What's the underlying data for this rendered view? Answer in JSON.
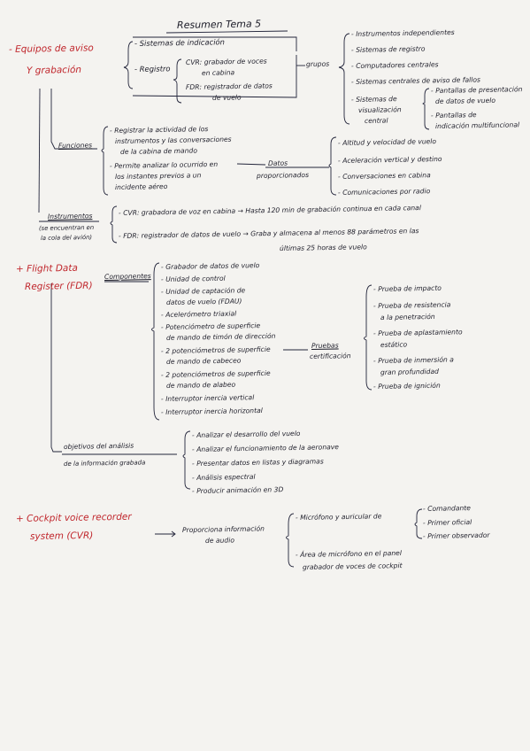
{
  "title": "Resumen Tema 5",
  "equipos": {
    "heading_l1": "- Equipos de aviso",
    "heading_l2": "Y grabación",
    "left_items": [
      "- Sistemas de indicación",
      "- Registro"
    ],
    "registro": {
      "cvr_l1": "CVR: grabador de voces",
      "cvr_l2": "en cabina",
      "fdr_l1": "FDR: registrador de datos",
      "fdr_l2": "de vuelo"
    },
    "grupos_label": "grupos",
    "grupos": [
      "- Instrumentos independientes",
      "- Sistemas de registro",
      "- Computadores centrales",
      "- Sistemas centrales de aviso de fallos"
    ],
    "sistemas_visualizacion_l1": "- Sistemas de",
    "sistemas_visualizacion_l2": "visualización",
    "sistemas_visualizacion_l3": "central",
    "pantallas": [
      "- Pantallas de presentación",
      "de datos de vuelo",
      "- Pantallas de",
      "indicación multifuncional"
    ],
    "funciones_label": "Funciones",
    "funciones": [
      "- Registrar la actividad de los",
      "instrumentos y las conversaciones",
      "de la cabina de mando",
      "- Permite analizar lo ocurrido en",
      "los instantes previos a un",
      "incidente aéreo"
    ],
    "datos_label_l1": "Datos",
    "datos_label_l2": "proporcionados",
    "datos": [
      "- Altitud y velocidad de vuelo",
      "- Aceleración vertical y destino",
      "- Conversaciones en cabina",
      "- Comunicaciones por radio"
    ],
    "instrumentos_label": "Instrumentos",
    "instrumentos_note_l1": "(se encuentran en",
    "instrumentos_note_l2": "la cola del avión)",
    "cvr_line": "- CVR: grabadora de voz en cabina → Hasta 120 min de grabación continua en cada canal",
    "fdr_line": "- FDR: registrador de datos de vuelo → Graba y almacena al menos 88 parámetros en las",
    "fdr_line2": "últimas 25 horas de vuelo"
  },
  "fdr": {
    "heading_l1": "+ Flight Data",
    "heading_l2": "Register (FDR)",
    "componentes_label": "Componentes",
    "componentes": [
      "- Grabador de datos de vuelo",
      "- Unidad de control",
      "- Unidad de captación de",
      "datos de vuelo (FDAU)",
      "- Acelerómetro triaxial",
      "- Potenciómetro de superficie",
      "de mando de timón de dirección",
      "- 2 potenciómetros de superficie",
      "de mando de cabeceo",
      "- 2 potenciómetros de superficie",
      "de mando de alabeo",
      "- Interruptor inercia vertical",
      "- Interruptor inercia horizontal"
    ],
    "pruebas_label_l1": "Pruebas",
    "pruebas_label_l2": "certificación",
    "pruebas": [
      "- Prueba de impacto",
      "- Prueba de resistencia",
      "a la penetración",
      "- Prueba de aplastamiento",
      "estático",
      "- Prueba de inmersión a",
      "gran profundidad",
      "- Prueba de ignición"
    ],
    "objetivos_label_l1": "objetivos del análisis",
    "objetivos_label_l2": "de la información grabada",
    "objetivos": [
      "- Analizar el desarrollo del vuelo",
      "- Analizar el funcionamiento de la aeronave",
      "- Presentar datos en listas y diagramas",
      "- Análisis espectral",
      "- Producir animación en 3D"
    ]
  },
  "cvr": {
    "heading_l1": "+ Cockpit voice recorder",
    "heading_l2": "system (CVR)",
    "proporciona_l1": "Proporciona información",
    "proporciona_l2": "de audio",
    "microfono": "- Micrófono y auricular de",
    "personas": [
      "- Comandante",
      "- Primer oficial",
      "- Primer observador"
    ],
    "area_l1": "- Área de micrófono en el panel",
    "area_l2": "grabador de voces de cockpit"
  }
}
